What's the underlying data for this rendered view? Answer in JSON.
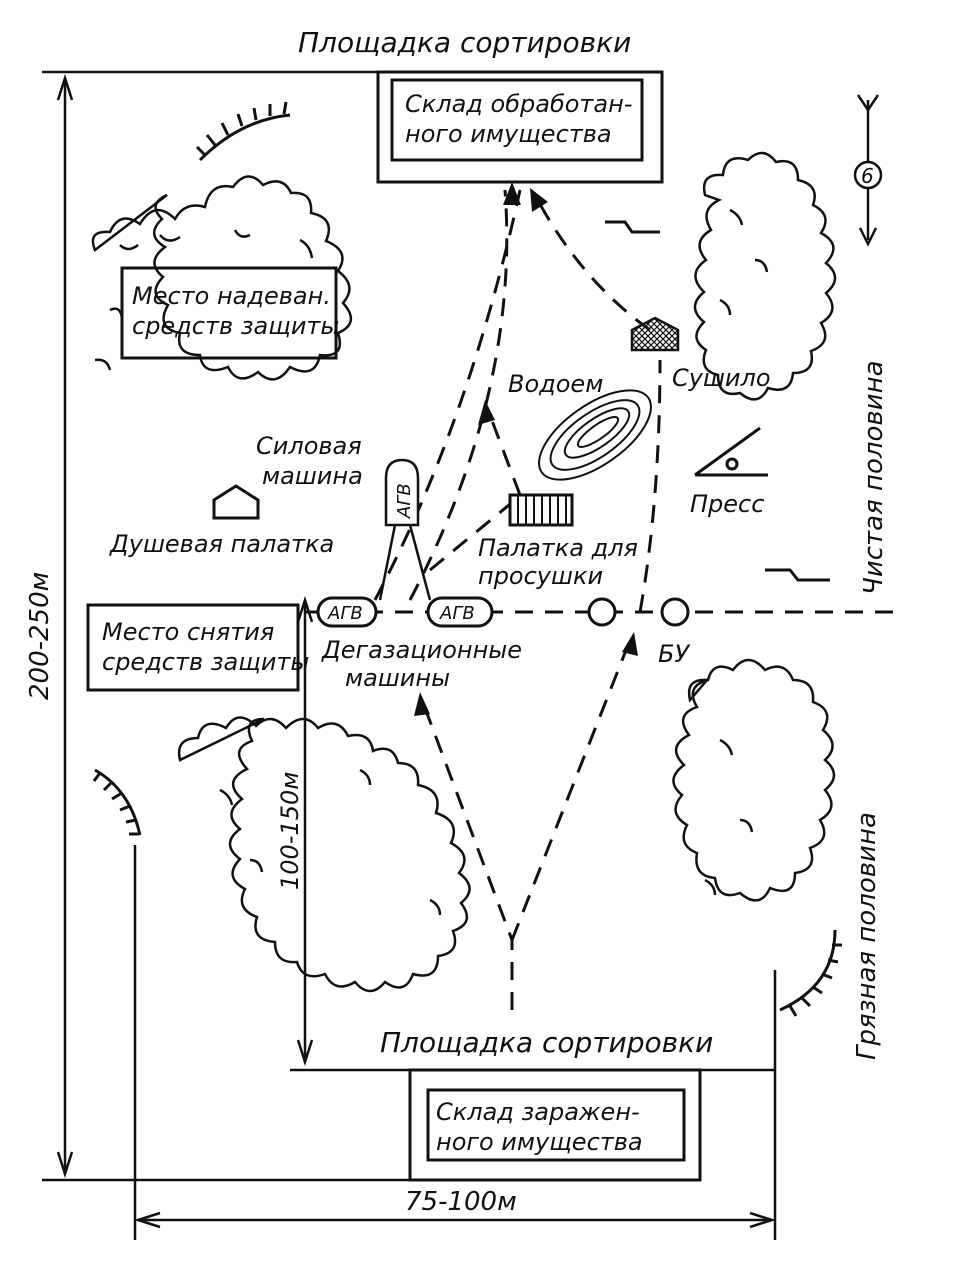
{
  "labels": {
    "top_sorting": "Площадка сортировки",
    "bottom_sorting": "Площадка сортировки",
    "processed_warehouse_l1": "Склад обработан-",
    "processed_warehouse_l2": "ного имущества",
    "dressing_place_l1": "Место надеван.",
    "dressing_place_l2": "средств защиты",
    "undressing_place_l1": "Место снятия",
    "undressing_place_l2": "средств защиты",
    "contaminated_warehouse_l1": "Склад заражен-",
    "contaminated_warehouse_l2": "ного имущества",
    "power_machine_l1": "Силовая",
    "power_machine_l2": "машина",
    "shower_tent": "Душевая палатка",
    "pond": "Водоем",
    "drying_tent_l1": "Палатка для",
    "drying_tent_l2": "просушки",
    "dryer": "Сушило",
    "press": "Пресс",
    "agv_vertical": "АГВ",
    "agv_left": "АГВ",
    "agv_mid": "АГВ",
    "degas_l1": "Дегазационные",
    "degas_l2": "машины",
    "bu": "БУ",
    "clean_half": "Чистая половина",
    "dirty_half": "Грязная половина",
    "dim_height": "200-250м",
    "dim_inner": "100-150м",
    "dim_width": "75-100м",
    "wind_number": "6"
  }
}
